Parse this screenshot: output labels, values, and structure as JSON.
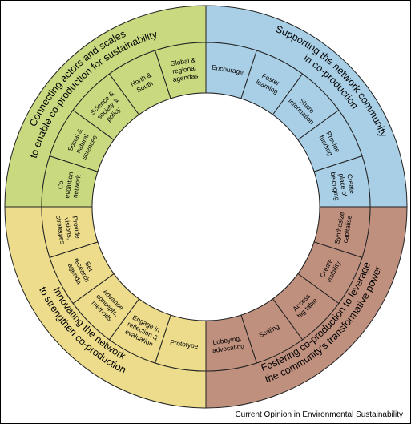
{
  "diagram": {
    "colors": {
      "green": "#c8d97f",
      "blue": "#a9cfe6",
      "yellow": "#ecdc8c",
      "brown": "#c0907e",
      "inner": "#ffffff",
      "stroke": "#222222"
    },
    "quadrants": [
      {
        "name": "green",
        "outer_lines": [
          "Connecting actors and scales",
          "to enable co-production for sustainability"
        ],
        "segments": [
          [
            "Co-",
            "evolution",
            "network"
          ],
          [
            "Social &",
            "natural",
            "sciences"
          ],
          [
            "Science &",
            "society &",
            "policy"
          ],
          [
            "North &",
            "South"
          ],
          [
            "Global &",
            "regional",
            "agendas"
          ]
        ]
      },
      {
        "name": "blue",
        "outer_lines": [
          "Supporting the network community",
          "in co-production"
        ],
        "segments": [
          [
            "Encourage"
          ],
          [
            "Foster",
            "learning"
          ],
          [
            "Share",
            "information"
          ],
          [
            "Provide",
            "funding"
          ],
          [
            "Create",
            "place of",
            "belonging"
          ]
        ]
      },
      {
        "name": "brown",
        "outer_lines": [
          "Fostering co-production to leverage",
          "the community's transformative power"
        ],
        "segments": [
          [
            "Synthesize",
            "capitalise"
          ],
          [
            "Create",
            "visibility"
          ],
          [
            "Access",
            "big table"
          ],
          [
            "Scaling"
          ],
          [
            "Lobbying,",
            "advocating"
          ]
        ]
      },
      {
        "name": "yellow",
        "outer_lines": [
          "Innovating the network",
          "to strengthen co-production"
        ],
        "segments": [
          [
            "Prototype"
          ],
          [
            "Engage in",
            "reflection &",
            "evaluation"
          ],
          [
            "Advance",
            "concepts,",
            "methods"
          ],
          [
            "Set",
            "research",
            "agenda"
          ],
          [
            "Provide",
            "visions,",
            "strategies"
          ]
        ]
      }
    ]
  },
  "credit": "Current Opinion in Environmental Sustainability"
}
